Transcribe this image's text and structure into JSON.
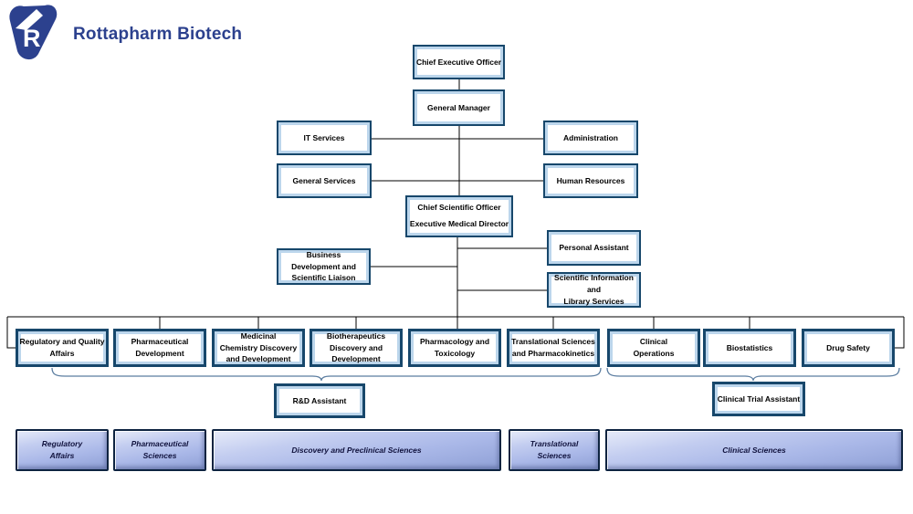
{
  "brand": {
    "name": "Rottapharm Biotech",
    "logo_letter": "R"
  },
  "org": {
    "ceo": "Chief Executive Officer",
    "general_manager": "General Manager",
    "it_services": "IT Services",
    "administration": "Administration",
    "general_services": "General Services",
    "human_resources": "Human Resources",
    "cso": "Chief Scientific Officer\nExecutive Medical Director",
    "personal_assistant": "Personal Assistant",
    "business_dev": "Business\nDevelopment and\nScientific Liaison",
    "sci_info": "Scientific Information\nand\nLibrary Services",
    "regulatory_quality": "Regulatory and Quality\nAffairs",
    "pharma_dev": "Pharmaceutical\nDevelopment",
    "med_chem": "Medicinal\nChemistry Discovery\nand Development",
    "biotherapeutics": "Biotherapeutics\nDiscovery and\nDevelopment",
    "pharm_tox": "Pharmacology and\nToxicology",
    "trans_sci": "Translational Sciences\nand Pharmacokinetics",
    "clin_ops": "Clinical\nOperations",
    "biostatistics": "Biostatistics",
    "drug_safety": "Drug Safety",
    "rd_assistant": "R&D Assistant",
    "clinical_trial_assistant": "Clinical Trial Assistant"
  },
  "categories": {
    "regulatory_affairs": "Regulatory\nAffairs",
    "pharmaceutical_sciences": "Pharmaceutical\nSciences",
    "discovery_preclinical": "Discovery and Preclinical Sciences",
    "translational_sciences": "Translational\nSciences",
    "clinical_sciences": "Clinical Sciences"
  },
  "colors": {
    "brand_blue": "#2c418e",
    "box_border": "#17476b",
    "box_inner_highlight": "#bcd6ec",
    "bar_fill": "#aab8e8",
    "bar_border": "#0d2340",
    "connector": "#000000",
    "brace": "#5b7da0"
  }
}
